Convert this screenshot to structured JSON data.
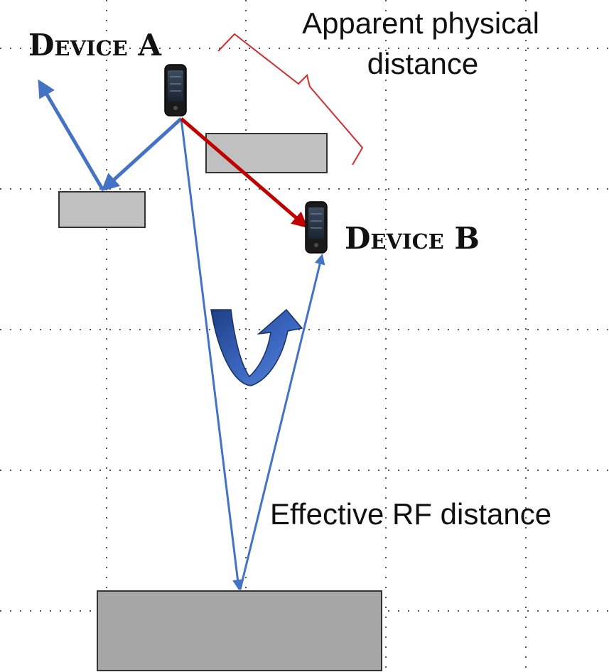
{
  "labels": {
    "device_a": "Device A",
    "device_b": "Device B",
    "apparent_line1": "Apparent physical",
    "apparent_line2": "distance",
    "effective": "Effective RF distance"
  },
  "colors": {
    "direct_path": "#c00000",
    "rf_path": "#4472c4",
    "brace": "#d03030",
    "obstacle_fill": "#c0c0c0",
    "big_obstacle_fill": "#a6a6a6",
    "curved_arrow": "#2f56a6"
  },
  "icons": {
    "device": "smartphone-icon",
    "turn": "curved-u-turn-arrow-icon"
  }
}
